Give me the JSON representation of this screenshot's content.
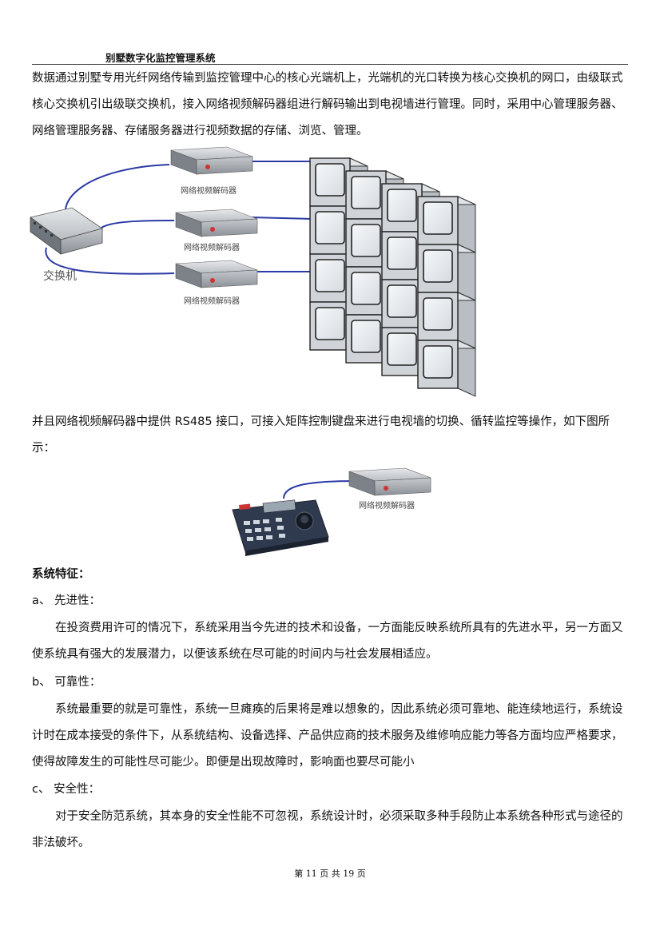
{
  "header": {
    "title": "别墅数字化监控管理系统"
  },
  "intro": {
    "paragraph": "数据通过别墅专用光纤网络传输到监控管理中心的核心光端机上，光端机的光口转换为核心交换机的网口，由级联式核心交换机引出级联交换机，接入网络视频解码器组进行解码输出到电视墙进行管理。同时，采用中心管理服务器、网络管理服务器、存储服务器进行视频数据的存储、浏览、管理。"
  },
  "figure1": {
    "switch_label": "交换机",
    "decoder_labels": [
      "网络视频解码器",
      "网络视频解码器",
      "网络视频解码器"
    ]
  },
  "rs485": {
    "paragraph": "并且网络视频解码器中提供 RS485 接口，可接入矩阵控制键盘来进行电视墙的切换、循转监控等操作，如下图所示："
  },
  "figure2": {
    "decoder_label": "网络视频解码器"
  },
  "features": {
    "heading": "系统特征：",
    "a_title": "a、 先进性：",
    "a_body": "在投资费用许可的情况下，系统采用当今先进的技术和设备，一方面能反映系统所具有的先进水平，另一方面又使系统具有强大的发展潜力，以便该系统在尽可能的时间内与社会发展相适应。",
    "b_title": "b、 可靠性：",
    "b_body": "系统最重要的就是可靠性，系统一旦瘫痪的后果将是难以想象的，因此系统必须可靠地、能连续地运行，系统设计时在成本接受的条件下，从系统结构、设备选择、产品供应商的技术服务及维修响应能力等各方面均应严格要求，使得故障发生的可能性尽可能少。即便是出现故障时，影响面也要尽可能小",
    "c_title": "c、 安全性：",
    "c_body": "对于安全防范系统，其本身的安全性能不可忽视，系统设计时，必须采取多种手段防止本系统各种形式与途径的非法破坏。"
  },
  "footer": {
    "page": "第 11 页 共 19 页"
  }
}
